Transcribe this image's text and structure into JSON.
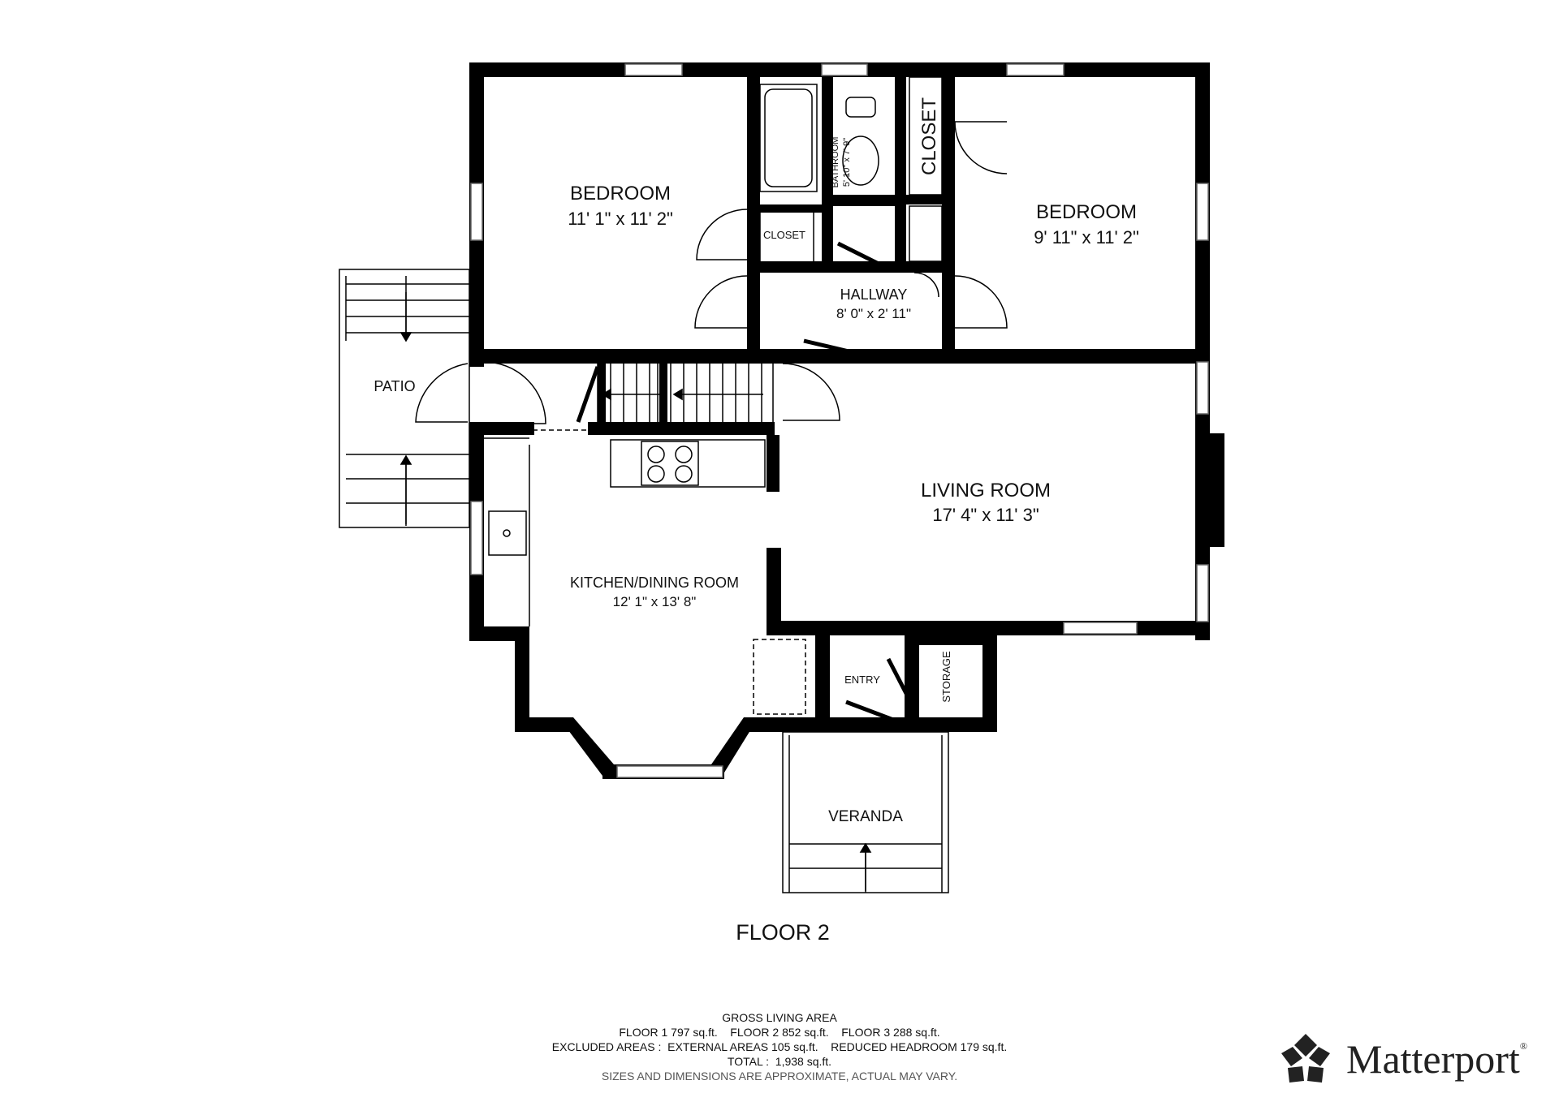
{
  "floor_title": "FLOOR 2",
  "rooms": {
    "bedroom_left": {
      "name": "BEDROOM",
      "dims": "11' 1\" x 11' 2\""
    },
    "bedroom_right": {
      "name": "BEDROOM",
      "dims": "9' 11\" x 11' 2\""
    },
    "bathroom": {
      "name": "BATHROOM",
      "dims": "5' 10\" x 7' 9\""
    },
    "closet_large": {
      "name": "CLOSET"
    },
    "closet_small": {
      "name": "CLOSET"
    },
    "hallway": {
      "name": "HALLWAY",
      "dims": "8' 0\" x 2' 11\""
    },
    "patio": {
      "name": "PATIO"
    },
    "living_room": {
      "name": "LIVING ROOM",
      "dims": "17' 4\" x 11' 3\""
    },
    "kitchen": {
      "name": "KITCHEN/DINING ROOM",
      "dims": "12' 1\" x 13' 8\""
    },
    "entry": {
      "name": "ENTRY"
    },
    "storage": {
      "name": "STORAGE"
    },
    "veranda": {
      "name": "VERANDA"
    }
  },
  "area_summary": {
    "heading": "GROSS LIVING AREA",
    "floors_line": "FLOOR 1 797 sq.ft.    FLOOR 2 852 sq.ft.    FLOOR 3 288 sq.ft.",
    "excluded_line": "EXCLUDED AREAS :  EXTERNAL AREAS 105 sq.ft.    REDUCED HEADROOM 179 sq.ft.",
    "total_line": "TOTAL :  1,938 sq.ft.",
    "disclaimer": "SIZES AND DIMENSIONS ARE APPROXIMATE, ACTUAL MAY VARY."
  },
  "brand": {
    "name": "Matterport",
    "mark": "®",
    "icon": "matterport-logo-icon"
  }
}
